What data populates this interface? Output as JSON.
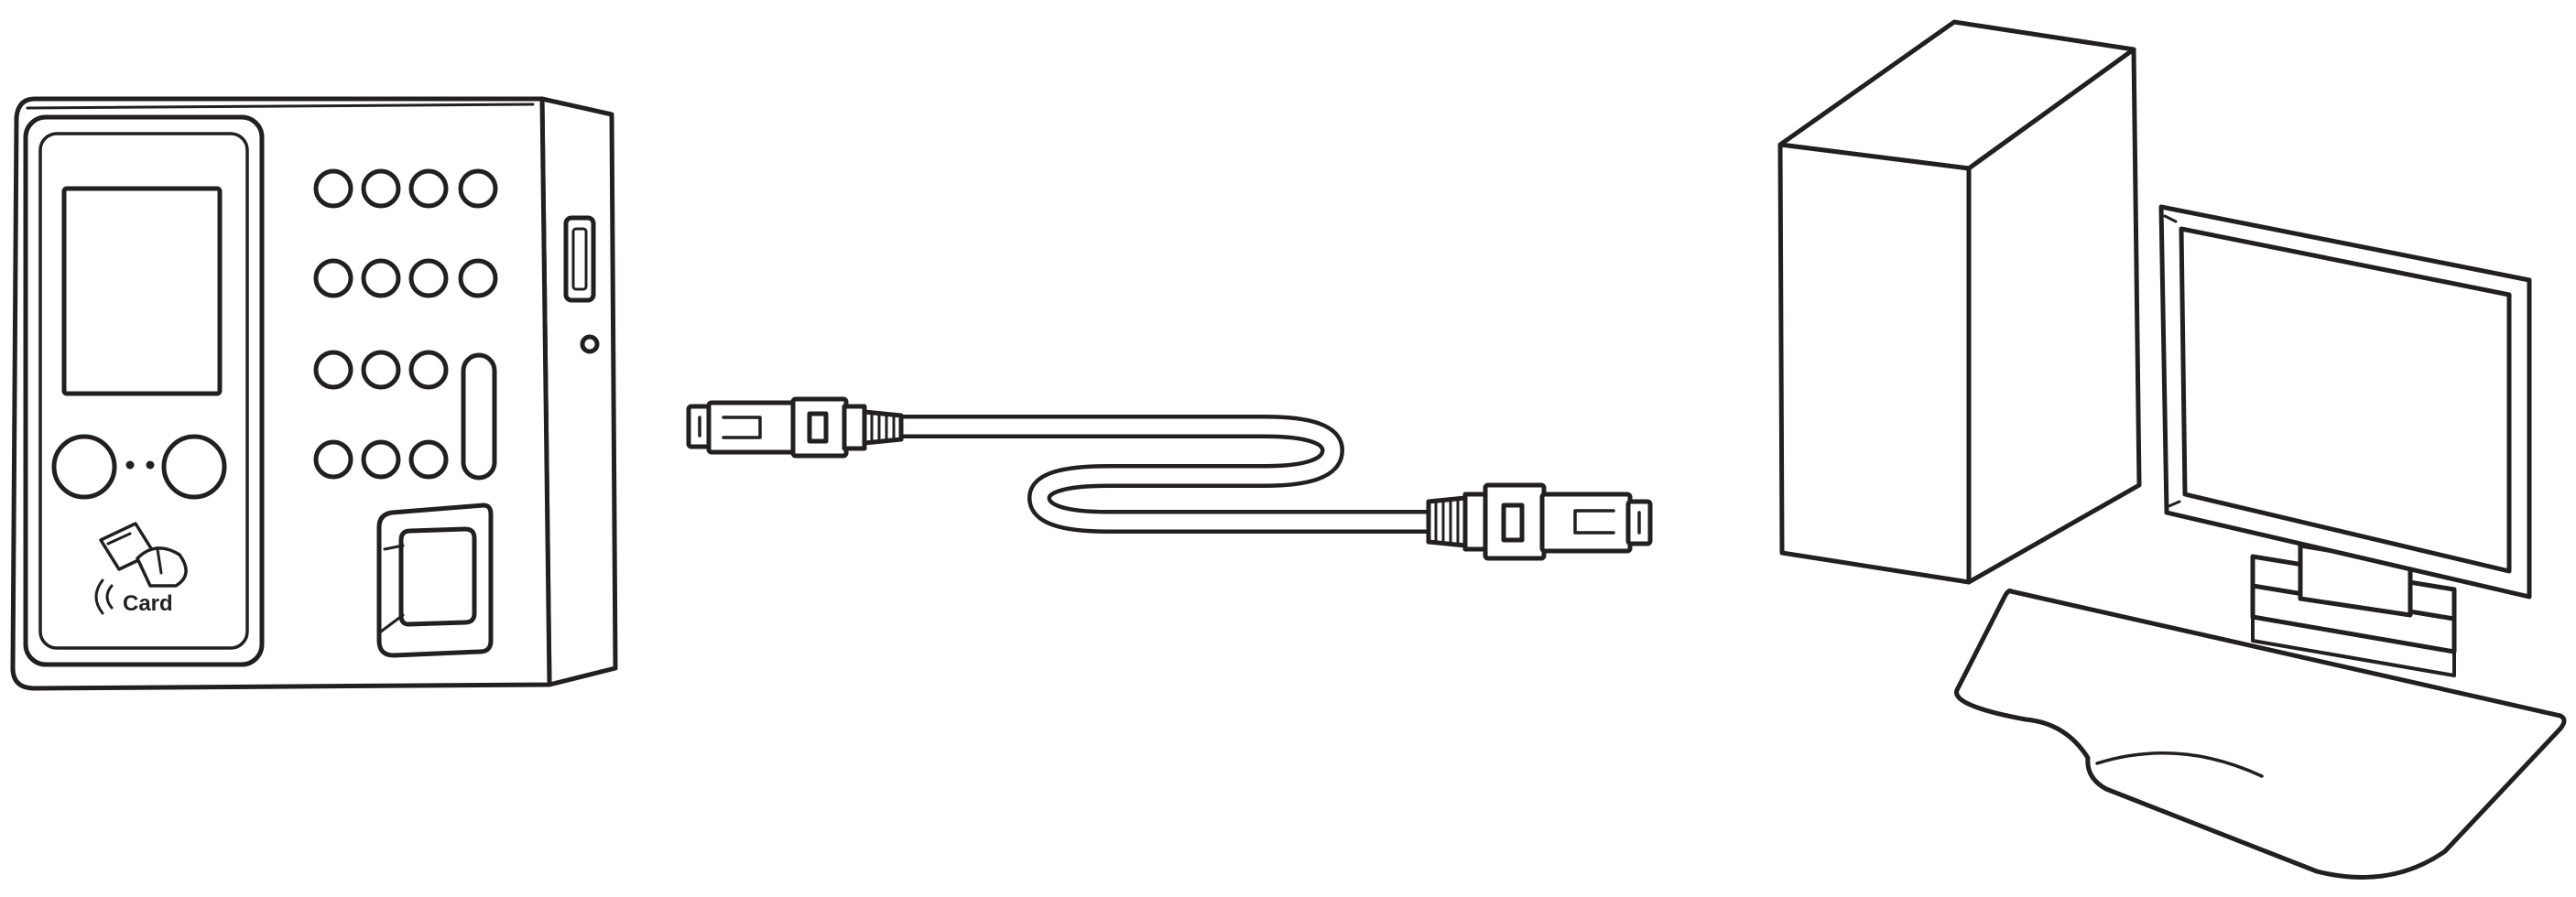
{
  "diagram": {
    "device": {
      "card_label": "Card"
    },
    "cable": {},
    "computer": {}
  },
  "colors": {
    "stroke": "#231f20",
    "background": "#ffffff"
  },
  "icons": [
    "access-control-terminal",
    "ethernet-cable",
    "rj45-connector",
    "desktop-computer"
  ]
}
